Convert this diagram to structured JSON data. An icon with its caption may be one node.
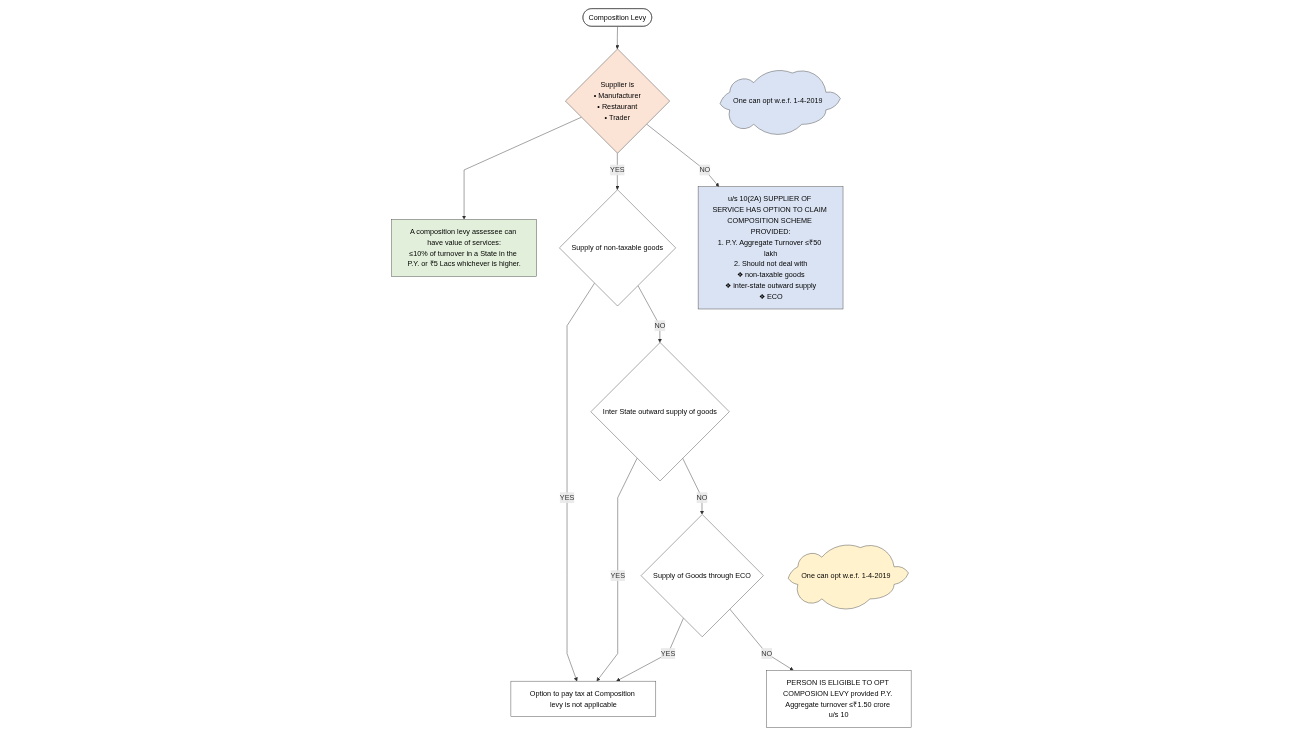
{
  "diagram": {
    "nodes": [
      {
        "text": [
          "Composition Levy"
        ]
      },
      {
        "text": [
          "Supplier is",
          "• Manufacturer",
          "• Restaurant",
          "• Trader"
        ]
      },
      {
        "text": [
          "A composition levy assessee can have value of services:",
          "≤10% of turnover in a State in the P.Y. or ₹5 Lacs whichever is higher."
        ]
      },
      {
        "text": [
          "Supply of non-taxable goods"
        ]
      },
      {
        "text": [
          "Inter State outward supply of goods"
        ]
      },
      {
        "text": [
          "Supply of Goods through ECO"
        ]
      },
      {
        "text": [
          "Option to pay tax at Composition levy is not applicable"
        ]
      },
      {
        "text": [
          "PERSON IS ELIGIBLE TO OPT COMPOSION LEVY provided P.Y. Aggregate turnover ≤₹1.50 crore u/s 10"
        ]
      },
      {
        "text": [
          "u/s 10(2A) SUPPLIER OF SERVICE HAS OPTION TO CLAIM COMPOSITION SCHEME PROVIDED:",
          "1. P.Y. Aggregate Turnover ≤₹50 lakh",
          "2. Should not deal with",
          "❖ non-taxable goods",
          "❖ inter-state outward supply",
          "❖ ECO"
        ]
      },
      {
        "text": [
          "One can opt w.e.f. 1-4-2019"
        ]
      },
      {
        "text": [
          "One can opt w.e.f. 1-4-2019"
        ]
      }
    ],
    "edges": [
      {
        "from": 0,
        "to": 1,
        "arrow": "to"
      },
      {
        "from": 1,
        "to": 2,
        "arrow": "to"
      },
      {
        "from": 1,
        "to": 3,
        "label": "YES",
        "arrow": "to"
      },
      {
        "from": 1,
        "to": 8,
        "label": "NO",
        "arrow": "to"
      },
      {
        "from": 3,
        "to": 4,
        "label": "NO",
        "arrow": "to"
      },
      {
        "from": 3,
        "to": 6,
        "label": "YES",
        "arrow": "to"
      },
      {
        "from": 4,
        "to": 6,
        "label": "YES",
        "arrow": "to"
      },
      {
        "from": 4,
        "to": 5,
        "label": "NO",
        "arrow": "to"
      },
      {
        "from": 5,
        "to": 6,
        "label": "YES",
        "arrow": "to"
      },
      {
        "from": 5,
        "to": 7,
        "label": "NO",
        "arrow": "to"
      }
    ]
  }
}
